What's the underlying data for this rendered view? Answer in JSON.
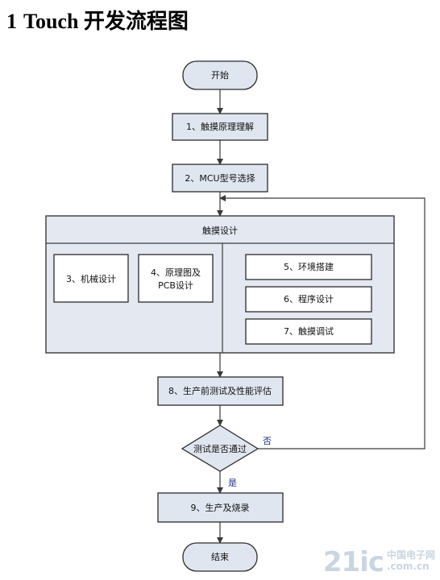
{
  "heading": {
    "bullet": "1",
    "title": "Touch 开发流程图"
  },
  "nodes": {
    "start": "开始",
    "step1": "1、触摸原理理解",
    "step2": "2、MCU型号选择",
    "touch_design": "触摸设计",
    "step3": "3、机械设计",
    "step4_line1": "4、原理图及",
    "step4_line2": "PCB设计",
    "step5": "5、环境搭建",
    "step6": "6、程序设计",
    "step7": "7、触摸调试",
    "step8": "8、生产前测试及性能评估",
    "decision": "测试是否通过",
    "no_label": "否",
    "yes_label": "是",
    "step9": "9、生产及烧录",
    "end": "结束"
  },
  "watermark": {
    "big": "21ic",
    "small_line1": "中国电子网",
    "small_line2": ".com.cn"
  }
}
